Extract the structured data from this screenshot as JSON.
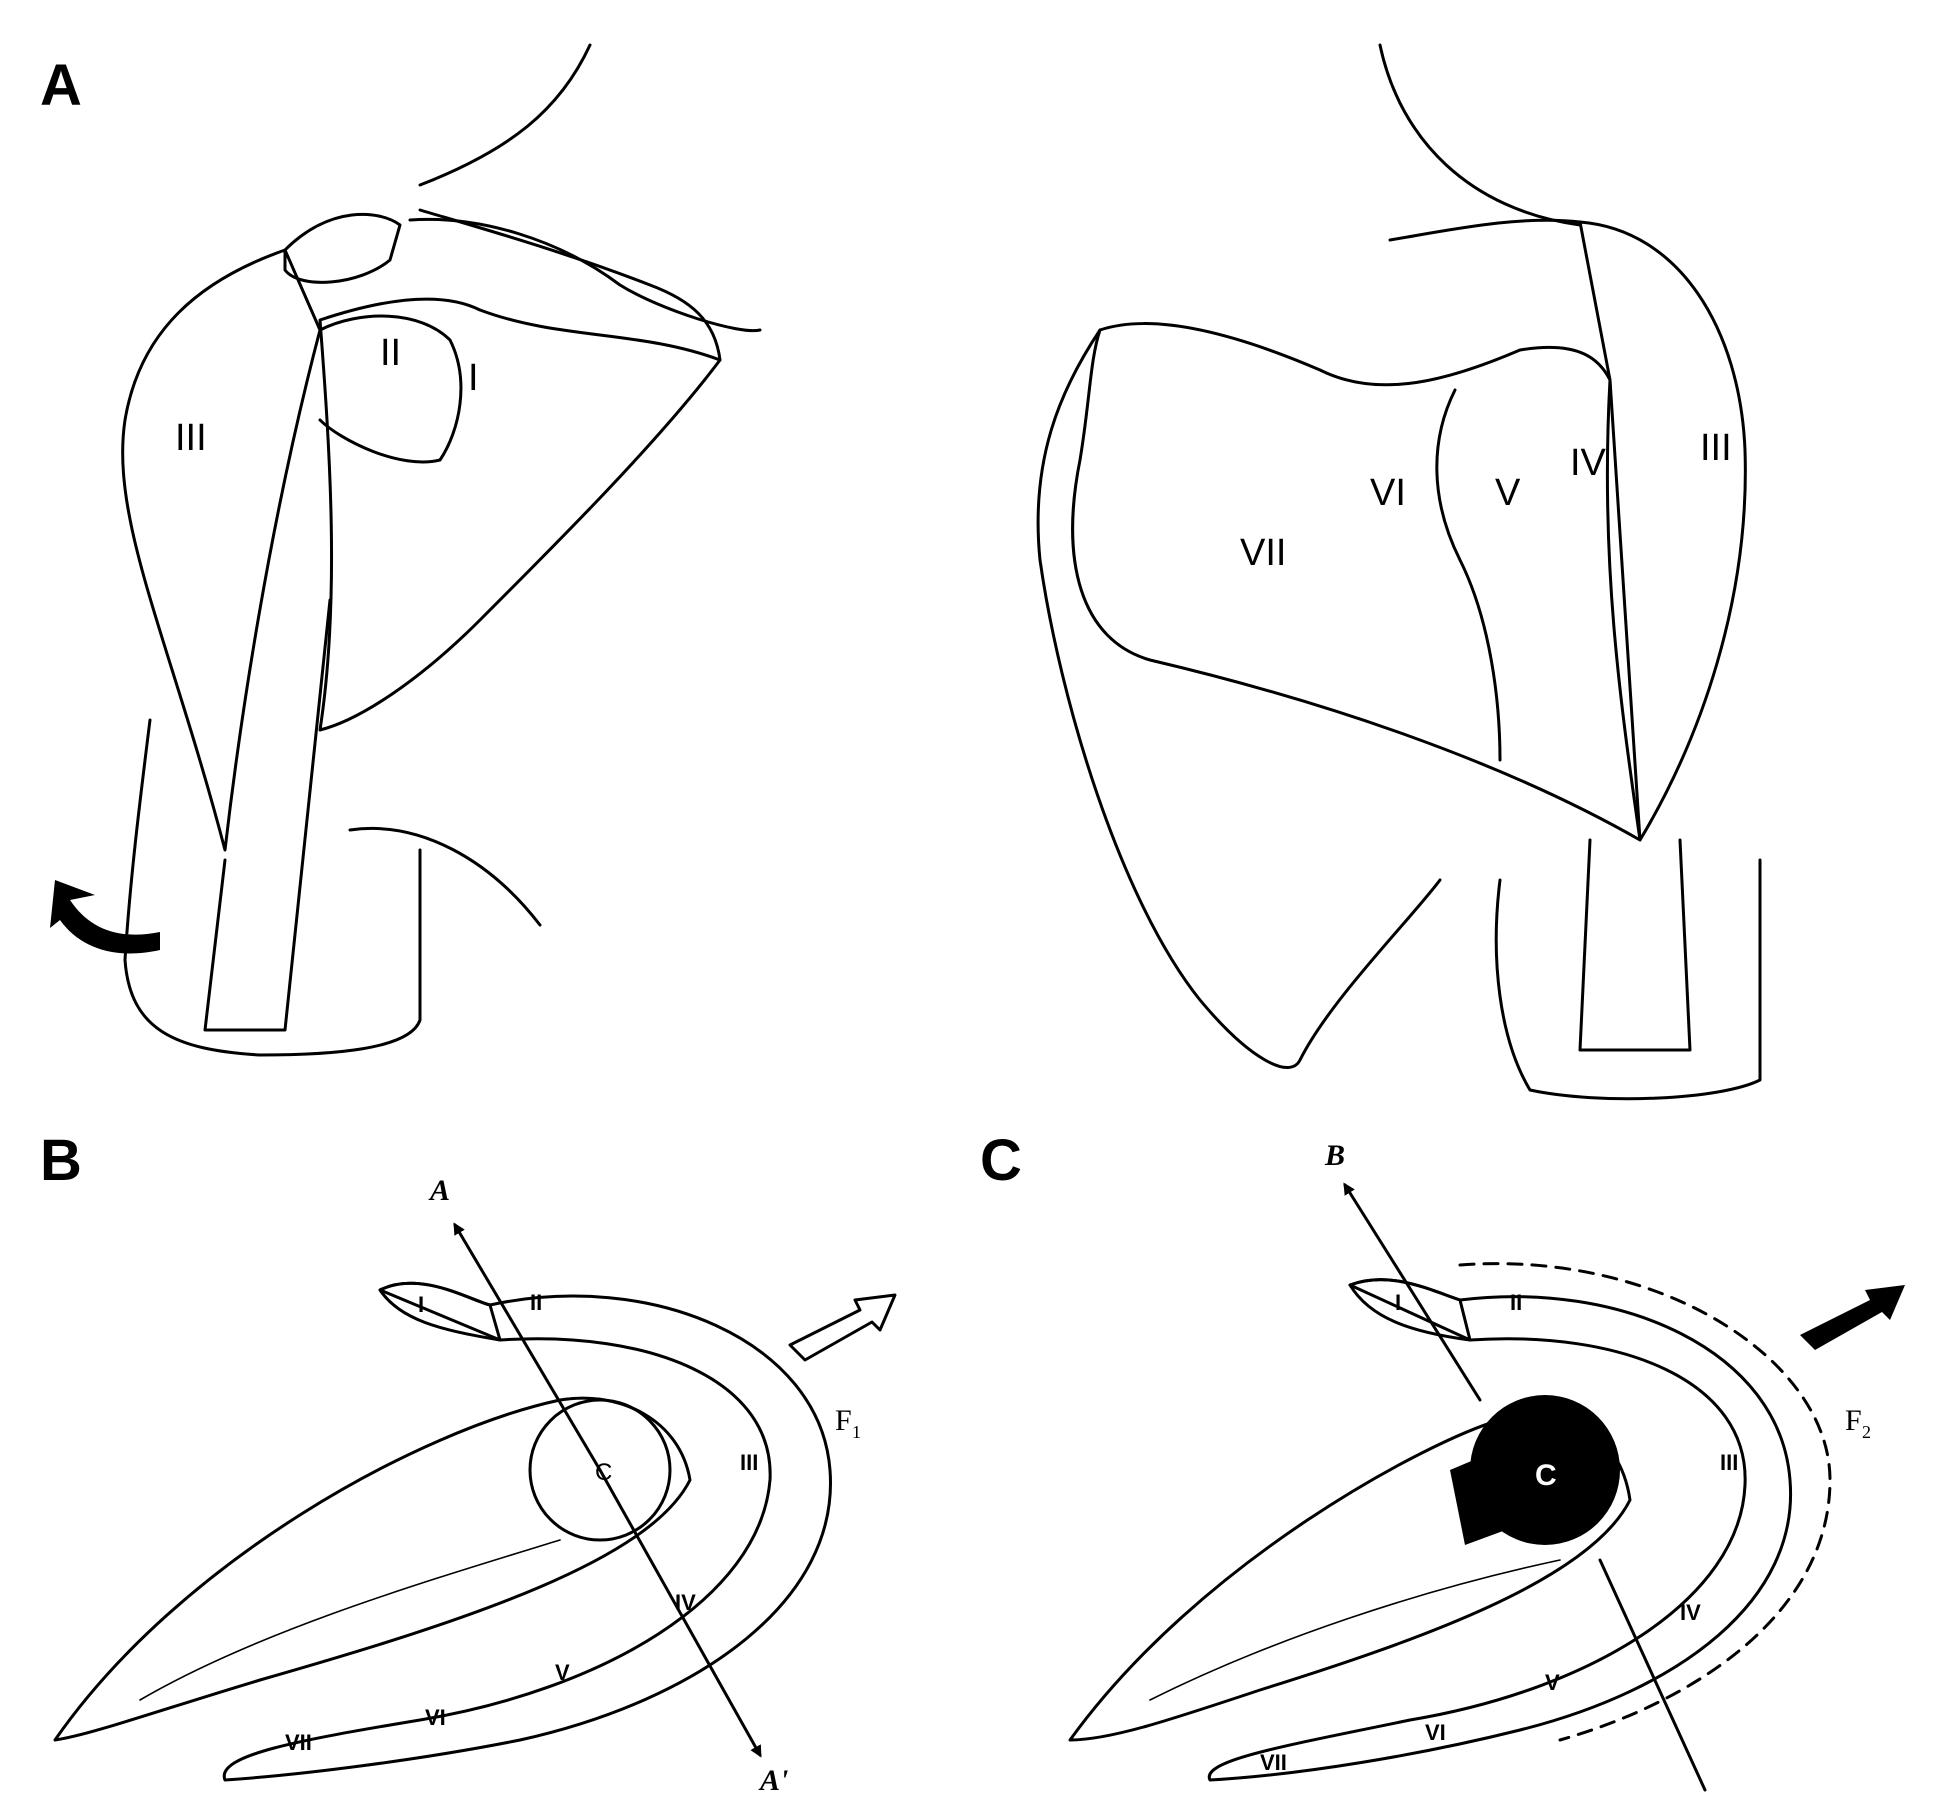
{
  "panels": {
    "a": {
      "letter": "A",
      "left_labels": [
        "I",
        "II",
        "III"
      ],
      "right_labels": [
        "III",
        "IV",
        "V",
        "VI",
        "VII"
      ]
    },
    "b": {
      "letter": "B",
      "axis_start": "A",
      "axis_end": "A'",
      "center": "C",
      "force": "F",
      "force_sub": "1",
      "segments": [
        "I",
        "II",
        "III",
        "IV",
        "V",
        "VI",
        "VII"
      ]
    },
    "c": {
      "letter": "C",
      "axis_start": "B",
      "center": "C",
      "force": "F",
      "force_sub": "2",
      "segments": [
        "I",
        "II",
        "III",
        "IV",
        "V",
        "VI",
        "VII"
      ]
    }
  },
  "colors": {
    "ink": "#000000",
    "paper": "#ffffff",
    "stipple_bg": "#f2f2f2"
  }
}
